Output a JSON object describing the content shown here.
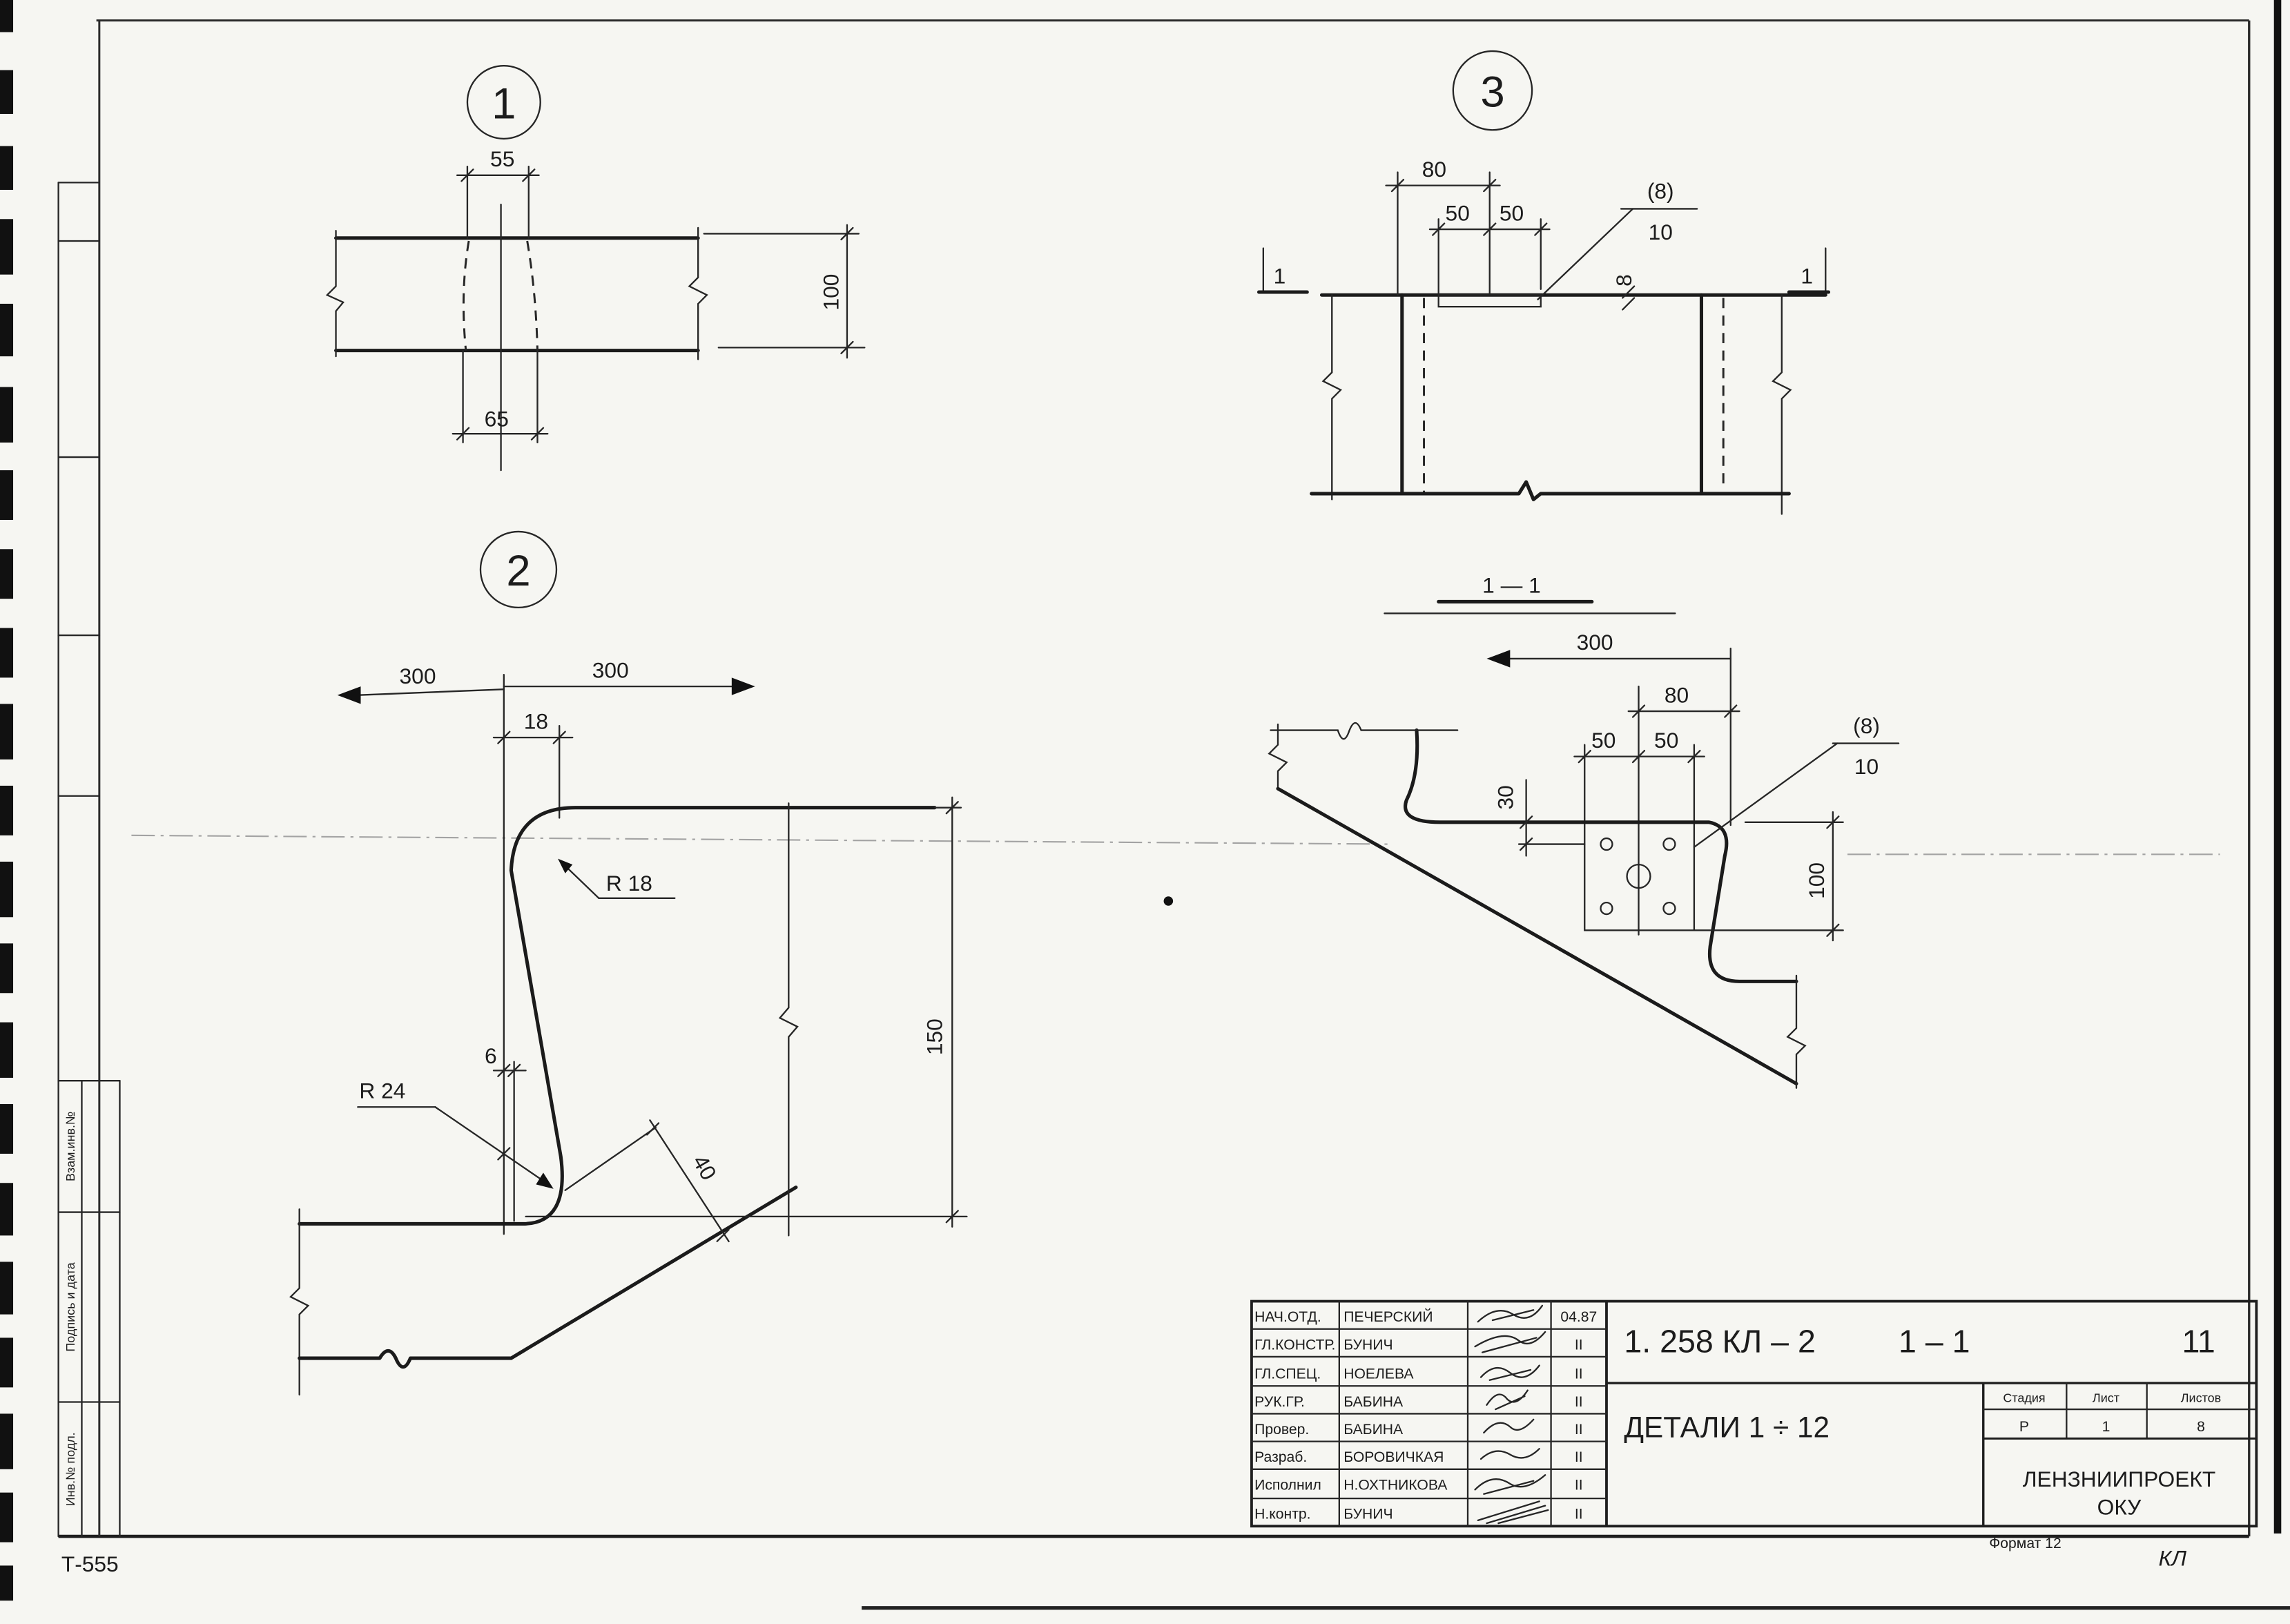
{
  "sheet": {
    "designation": "1. 258 КЛ – 2",
    "section_ref": "1 – 1",
    "sheet_mark": "11",
    "title": "ДЕТАЛИ 1 ÷ 12",
    "organization": "ЛЕНЗНИИПРОЕКТ",
    "department": "ОКУ",
    "format": "Формат 12",
    "corner_mark": "КЛ",
    "archive_number": "Т-555"
  },
  "stage_table": {
    "headers": [
      "Стадия",
      "Лист",
      "Листов"
    ],
    "values": [
      "Р",
      "1",
      "8"
    ]
  },
  "signatures": [
    {
      "role": "НАЧ.ОТД.",
      "name": "ПЕЧЕРСКИЙ",
      "date": "04.87"
    },
    {
      "role": "ГЛ.КОНСТР.",
      "name": "БУНИЧ",
      "date": "II"
    },
    {
      "role": "ГЛ.СПЕЦ.",
      "name": "НОЕЛЕВА",
      "date": "II"
    },
    {
      "role": "РУК.ГР.",
      "name": "БАБИНА",
      "date": "II"
    },
    {
      "role": "Провер.",
      "name": "БАБИНА",
      "date": "II"
    },
    {
      "role": "Разраб.",
      "name": "БОРОВИЧКАЯ",
      "date": "II"
    },
    {
      "role": "Исполнил",
      "name": "Н.ОХТНИКОВА",
      "date": "II"
    },
    {
      "role": "Н.контр.",
      "name": "БУНИЧ",
      "date": "II"
    }
  ],
  "margin_stamp": {
    "replaced_inv": "Взам.инв.№",
    "signature_date": "Подпись и дата",
    "original_inv": "Инв.№ подл."
  },
  "details": {
    "d1": {
      "number": "1",
      "dim_top": "55",
      "dim_bottom": "65",
      "dim_height": "100"
    },
    "d2": {
      "number": "2",
      "dim_left": "300",
      "dim_right": "300",
      "dim_thickness": "18",
      "radius_top": "R 18",
      "radius_bottom": "R 24",
      "dim_offset": "6",
      "dim_height": "150",
      "dim_diag": "40"
    },
    "d3": {
      "number": "3",
      "dim_80": "80",
      "dim_50a": "50",
      "dim_50b": "50",
      "callout_pos": "(8)",
      "callout_thk": "10",
      "dim_8": "8",
      "section_left": "1",
      "section_right": "1"
    },
    "section": {
      "title": "1 — 1",
      "dim_300": "300",
      "dim_80": "80",
      "dim_50a": "50",
      "dim_50b": "50",
      "dim_30": "30",
      "dim_100": "100",
      "callout_pos": "(8)",
      "callout_thk": "10"
    }
  }
}
